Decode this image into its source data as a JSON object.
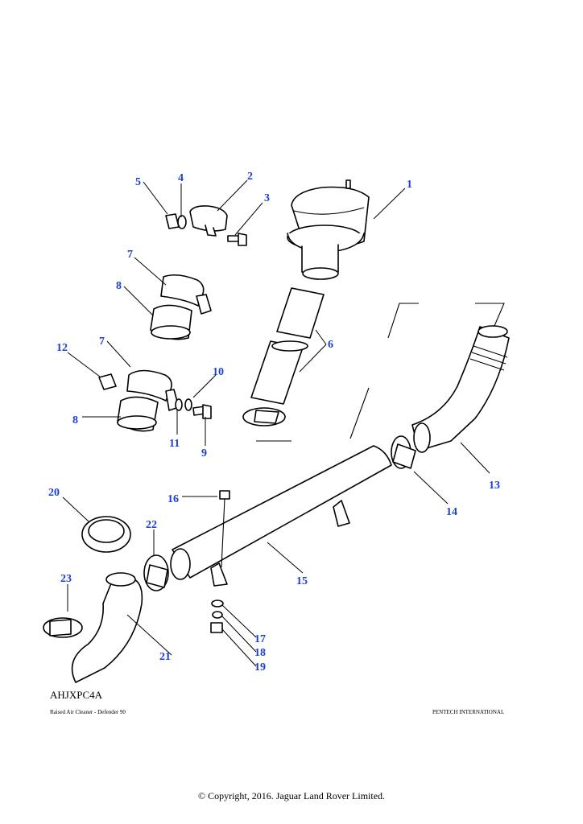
{
  "drawing": {
    "reference": "AHJXPC4A",
    "title": "Raised Air Cleaner - Defender 90",
    "publisher": "PENTECH INTERNATIONAL"
  },
  "footer": {
    "copyright": "© Copyright, 2016. Jaguar Land Rover Limited."
  },
  "callouts": [
    "1",
    "2",
    "3",
    "4",
    "5",
    "6",
    "7",
    "8",
    "7",
    "8",
    "9",
    "10",
    "11",
    "12",
    "13",
    "14",
    "15",
    "16",
    "17",
    "18",
    "19",
    "20",
    "21",
    "22",
    "23"
  ],
  "colors": {
    "callout": "#1a3fd6",
    "line": "#000000",
    "background": "#ffffff"
  }
}
